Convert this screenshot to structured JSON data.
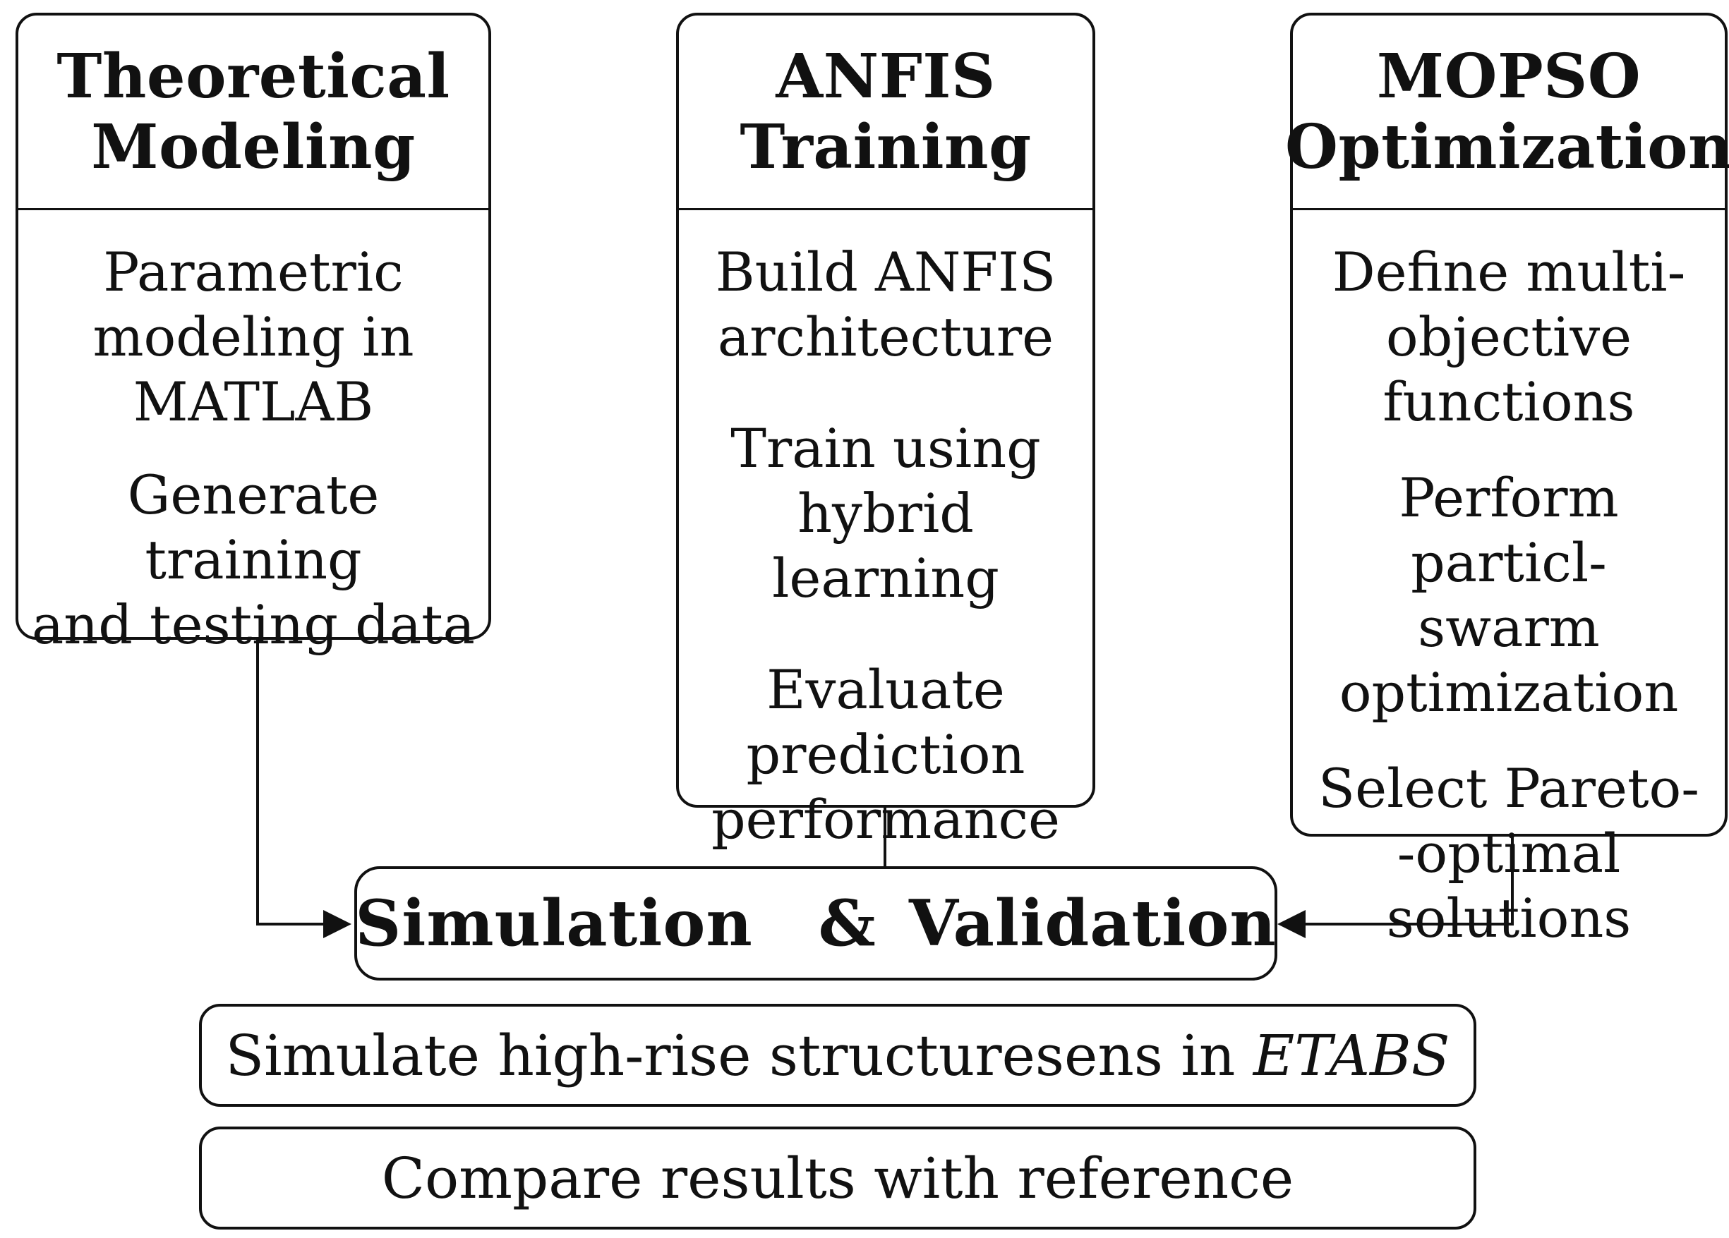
{
  "columns": [
    {
      "title": "Theoretical\nModeling",
      "items": [
        "Parametric\nmodeling in\nMATLAB",
        "Generate training\nand testing data"
      ]
    },
    {
      "title": "ANFIS\nTraining",
      "items": [
        "Build ANFIS\narchitecture",
        "Train using\nhybrid learning",
        "Evaluate\nprediction\nperformance"
      ]
    },
    {
      "title": "MOPSO\nOptimization",
      "items": [
        "Define multi-\nobjective\nfunctions",
        "Perform particl-\nswarm\noptimization",
        "Select Pareto-\n-optimal solutions"
      ]
    }
  ],
  "center": {
    "title": "Simulation  & Validation"
  },
  "steps": [
    {
      "text": "Simulate high-rise structuresens in ",
      "emphasis": "ETABS"
    },
    {
      "text": "Compare results with reference"
    }
  ]
}
